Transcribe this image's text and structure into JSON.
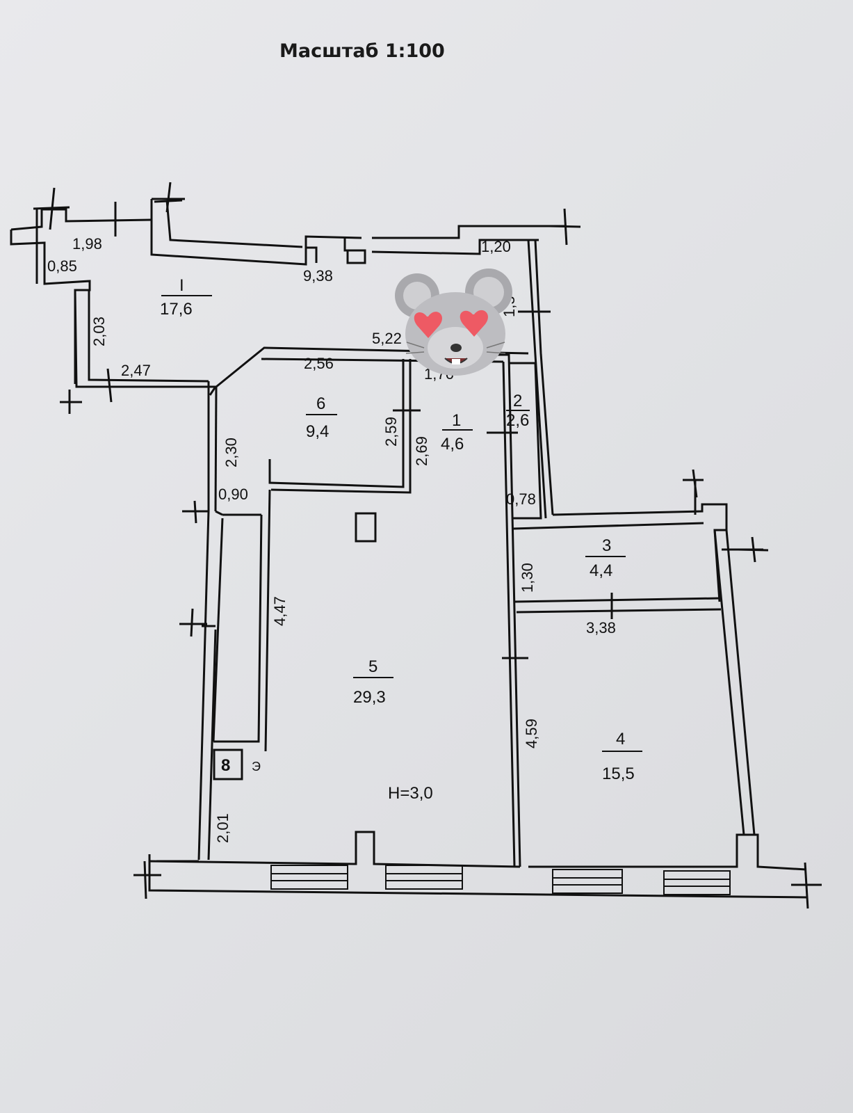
{
  "title": "Масштаб 1:100",
  "height_note": "Н=3,0",
  "meter_letter": "Э",
  "meter_symbol": "8",
  "rooms": {
    "r1_roman": {
      "num": "I",
      "area": "17,6"
    },
    "r1": {
      "num": "1",
      "area": "4,6"
    },
    "r2": {
      "num": "2",
      "area": "2,6"
    },
    "r3": {
      "num": "3",
      "area": "4,4"
    },
    "r4": {
      "num": "4",
      "area": "15,5"
    },
    "r5": {
      "num": "5",
      "area": "29,3"
    },
    "r6": {
      "num": "6",
      "area": "9,4"
    }
  },
  "dims": {
    "d198": "1,98",
    "d085": "0,85",
    "d938": "9,38",
    "d120": "1,20",
    "d203": "2,03",
    "d247": "2,47",
    "d522": "5,22",
    "d256": "2,56",
    "d176": "1,76",
    "d259": "2,59",
    "d269": "2,69",
    "d230": "2,30",
    "d090": "0,90",
    "d078": "0,78",
    "d130": "1,30",
    "d338": "3,38",
    "d447": "4,47",
    "d459": "4,59",
    "d201": "2,01",
    "d15": "1,5"
  },
  "sticker": {
    "icon": "mouse-heart-eyes-icon"
  }
}
